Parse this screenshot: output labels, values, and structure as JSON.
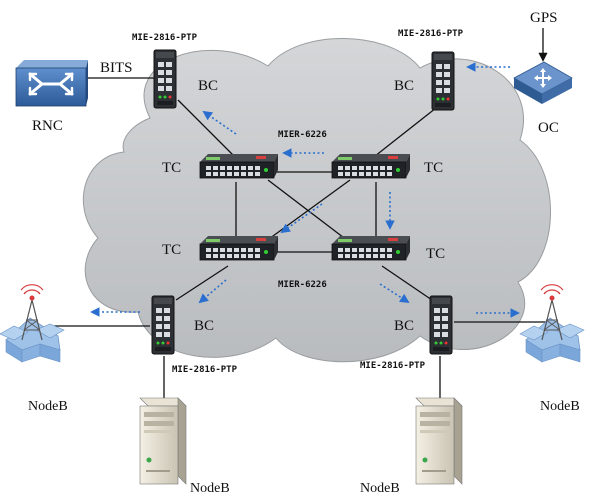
{
  "labels": {
    "gps": "GPS",
    "oc": "OC",
    "rnc": "RNC",
    "bits": "BITS",
    "bc": "BC",
    "tc": "TC",
    "nodeb": "NodeB",
    "mie_ptp": "MIE-2816-PTP",
    "mier_6226": "MIER-6226"
  },
  "colors": {
    "cloud_fill": "#c6c9cc",
    "link": "#111111",
    "flow_arrow": "#2a6fcf",
    "rnc_blue": "#3a6aa8",
    "tower_hex": "#9fc2e8"
  }
}
